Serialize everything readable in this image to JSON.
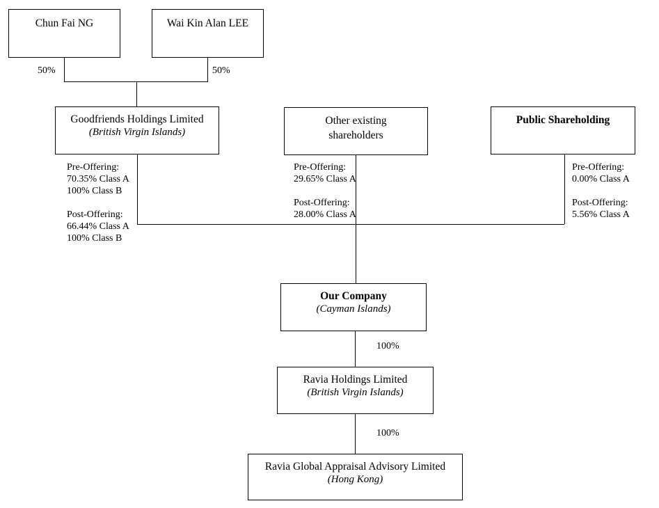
{
  "colors": {
    "background": "#ffffff",
    "box_border": "#000000",
    "line": "#000000",
    "text": "#000000"
  },
  "nodes": {
    "chun_fai": {
      "label": "Chun Fai NG"
    },
    "wai_kin": {
      "label": "Wai Kin Alan LEE"
    },
    "goodfriends": {
      "label": "Goodfriends Holdings Limited",
      "sublabel": "(British Virgin Islands)"
    },
    "other_existing": {
      "label": "Other existing shareholders"
    },
    "public_shareholding": {
      "label": "Public Shareholding"
    },
    "our_company": {
      "label": "Our Company",
      "sublabel": "(Cayman Islands)"
    },
    "ravia_holdings": {
      "label": "Ravia Holdings Limited",
      "sublabel": "(British Virgin Islands)"
    },
    "ravia_global": {
      "label": "Ravia Global Appraisal Advisory Limited",
      "sublabel": "(Hong Kong)"
    }
  },
  "edge_labels": {
    "chun_fai_pct": "50%",
    "wai_kin_pct": "50%",
    "our_company_to_ravia_holdings_pct": "100%",
    "ravia_holdings_to_ravia_global_pct": "100%"
  },
  "annotations": {
    "goodfriends": {
      "lines": [
        "Pre-Offering:",
        "70.35% Class A",
        "100% Class B",
        "",
        "Post-Offering:",
        "66.44% Class A",
        "100% Class B"
      ]
    },
    "other_existing": {
      "lines": [
        "Pre-Offering:",
        "29.65% Class A",
        "",
        "Post-Offering:",
        "28.00% Class A"
      ]
    },
    "public_shareholding": {
      "lines": [
        "Pre-Offering:",
        "0.00% Class A",
        "",
        "Post-Offering:",
        "5.56% Class A"
      ]
    }
  }
}
